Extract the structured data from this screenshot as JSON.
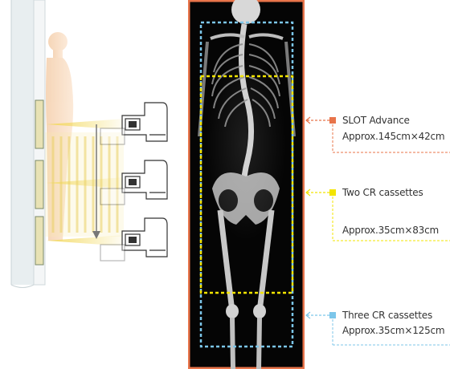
{
  "colors": {
    "slot": "#e8744a",
    "two_cr": "#f3e400",
    "three_cr": "#7cc6ea",
    "panel_border": "#e8744a",
    "beam": "#e6c94a"
  },
  "icons": [
    "patient-figure",
    "xray-tube",
    "detector-panel",
    "scan-direction-arrow",
    "xray-image"
  ],
  "legend": {
    "slot": {
      "label": "SLOT Advance",
      "size": "Approx.145cm×42cm"
    },
    "two_cr": {
      "label": "Two CR cassettes",
      "size": "Approx.35cm×83cm"
    },
    "three_cr": {
      "label": "Three CR cassettes",
      "size": "Approx.35cm×125cm"
    }
  }
}
